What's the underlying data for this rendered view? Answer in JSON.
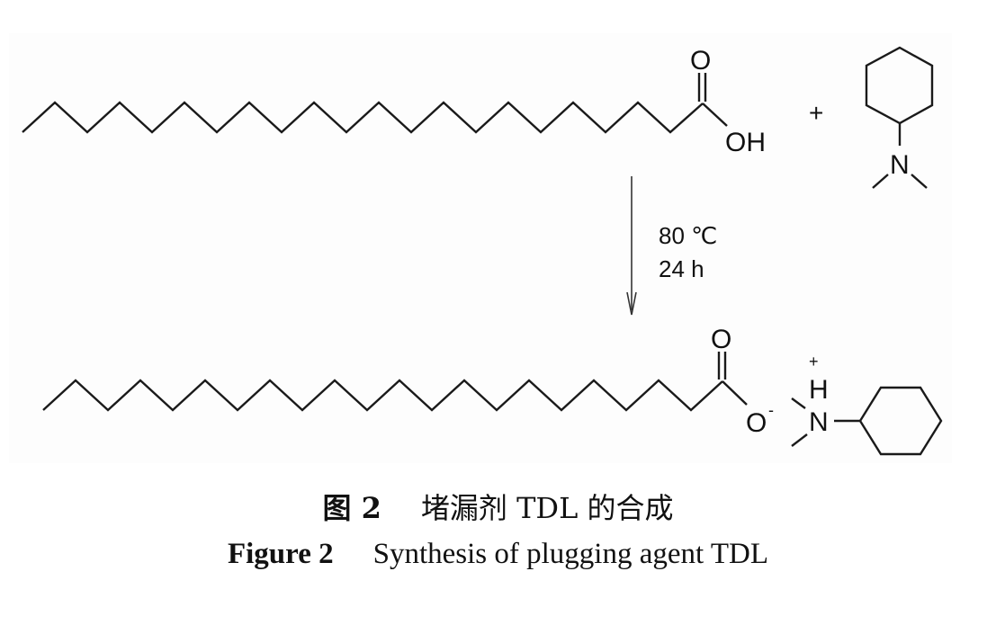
{
  "figure": {
    "caption_cn_label": "图 2",
    "caption_cn_text": "堵漏剂 TDL 的合成",
    "caption_en_label": "Figure 2",
    "caption_en_text": "Synthesis of plugging agent TDL"
  },
  "scheme": {
    "reactant_acid": {
      "name": "long-chain fatty acid (C22)",
      "carbonyl_O": "O",
      "hydroxyl": "OH"
    },
    "plus_sign": "+",
    "reactant_amine": {
      "name": "N,N-dimethylcyclohexylamine",
      "nitrogen": "N"
    },
    "conditions": {
      "temperature": "80 ℃",
      "time": "24 h"
    },
    "product": {
      "name": "TDL (ammonium carboxylate salt)",
      "carbonyl_O": "O",
      "carboxylate_O": "O",
      "anion_charge": "-",
      "ammonium_H": "H",
      "ammonium_N": "N",
      "cation_charge": "+"
    }
  }
}
